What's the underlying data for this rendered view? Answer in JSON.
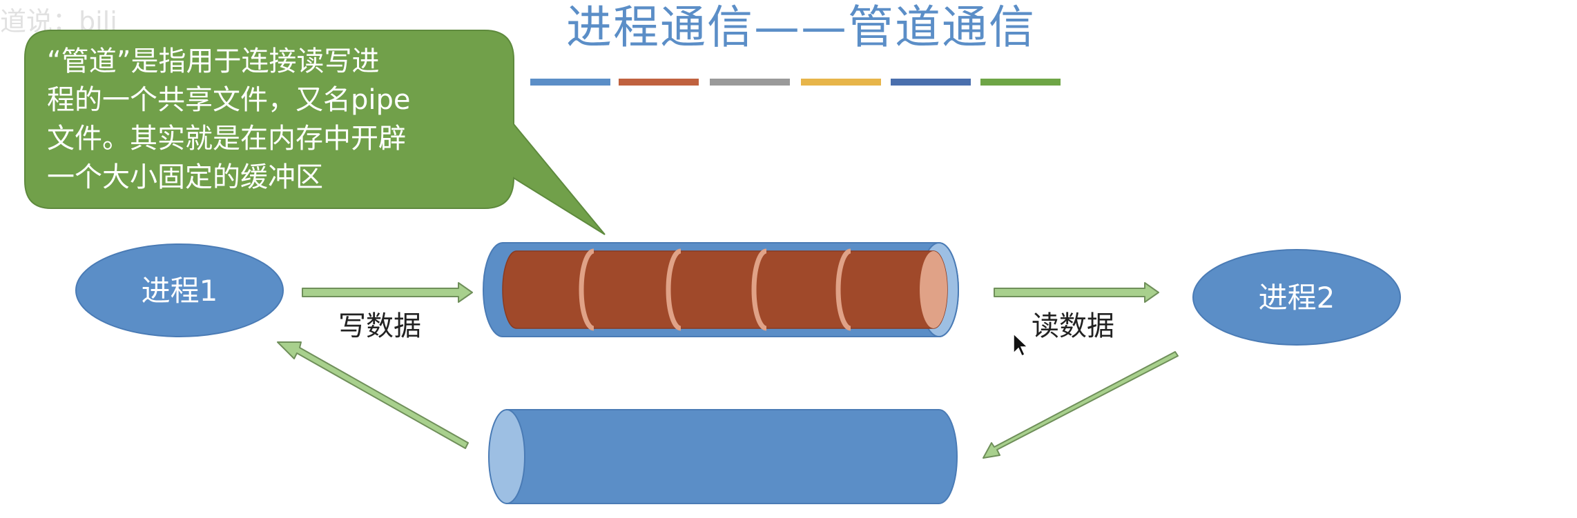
{
  "header": {
    "title": "进程通信——管道通信",
    "stripe_colors": [
      "#5b8ec7",
      "#c0623f",
      "#9a9a9a",
      "#e7b54a",
      "#4a6fad",
      "#6ea546"
    ]
  },
  "watermark": "道说：bili",
  "callout": {
    "lines": [
      "“管道”是指用于连接读写进",
      "程的一个共享文件，又名pipe",
      "文件。其实就是在内存中开辟",
      "一个大小固定的缓冲区"
    ]
  },
  "process1": {
    "label": "进程1"
  },
  "process2": {
    "label": "进程2"
  },
  "write_label": "写数据",
  "read_label": "读数据",
  "colors": {
    "ellipse": "#5b8ec7",
    "pipe_outer": "#5b8ec7",
    "pipe_inner": "#a0492a",
    "pipe_ring": "#e0a287",
    "callout_fill": "#71a04a",
    "arrow_fill": "#a8d08d",
    "arrow_stroke": "#6f8f5a"
  }
}
